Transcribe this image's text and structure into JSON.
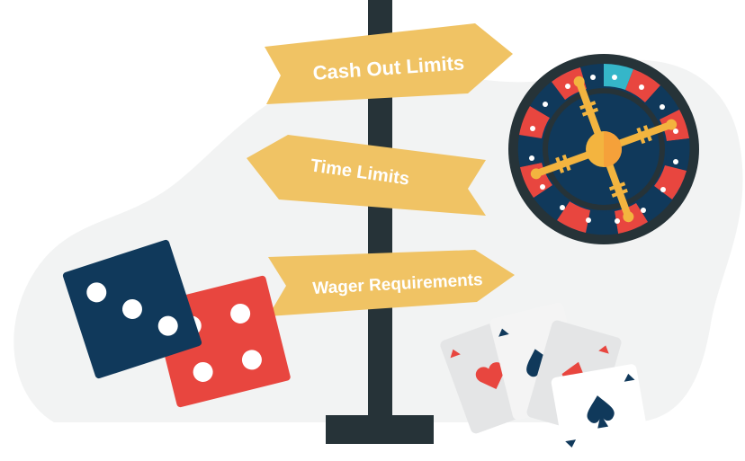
{
  "signs": {
    "top": "Cash Out Limits",
    "middle": "Time Limits",
    "bottom": "Wager Requirements"
  },
  "colors": {
    "background_blob": "#f2f3f3",
    "post": "#263338",
    "sign": "#f0c364",
    "navy": "#10395b",
    "red": "#e8463f",
    "teal": "#35b6c9",
    "gold": "#f3b43f",
    "card": "#f4f4f4"
  },
  "icons": [
    "signpost",
    "roulette-wheel",
    "dice",
    "playing-cards"
  ]
}
